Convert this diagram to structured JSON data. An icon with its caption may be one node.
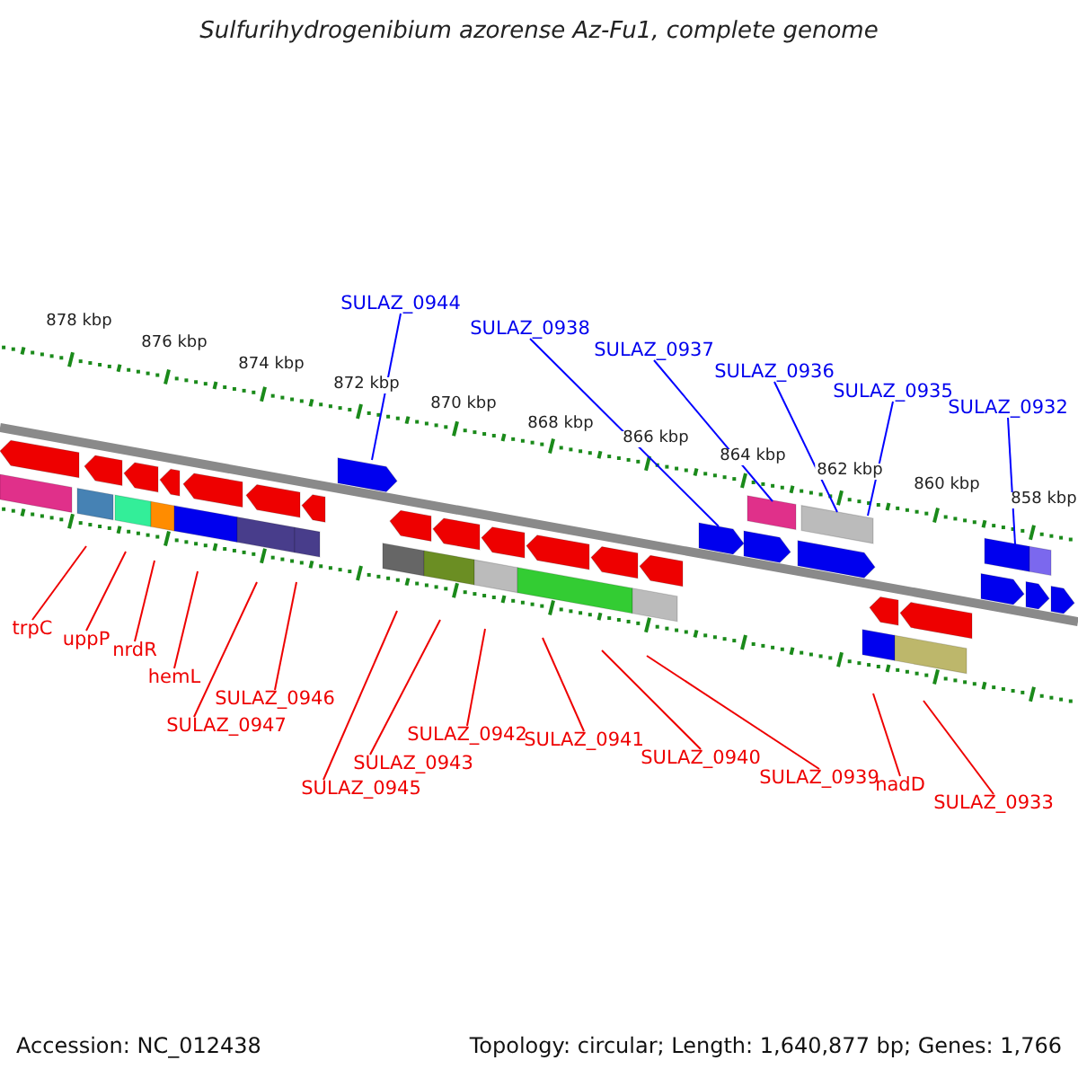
{
  "diagram": {
    "title": "Sulfurihydrogenibium azorense Az-Fu1, complete genome",
    "nodes": [
      {
        "text": [
          "SULAZ_0944"
        ]
      },
      {
        "text": [
          "SULAZ_0938"
        ]
      },
      {
        "text": [
          "SULAZ_0937"
        ]
      },
      {
        "text": [
          "SULAZ_0936"
        ]
      },
      {
        "text": [
          "SULAZ_0935"
        ]
      },
      {
        "text": [
          "SULAZ_0932"
        ]
      },
      {
        "text": [
          "trpC"
        ]
      },
      {
        "text": [
          "uppP"
        ]
      },
      {
        "text": [
          "nrdR"
        ]
      },
      {
        "text": [
          "hemL"
        ]
      },
      {
        "text": [
          "SULAZ_0946"
        ]
      },
      {
        "text": [
          "SULAZ_0947"
        ]
      },
      {
        "text": [
          "SULAZ_0945"
        ]
      },
      {
        "text": [
          "SULAZ_0943"
        ]
      },
      {
        "text": [
          "SULAZ_0942"
        ]
      },
      {
        "text": [
          "SULAZ_0941"
        ]
      },
      {
        "text": [
          "SULAZ_0940"
        ]
      },
      {
        "text": [
          "SULAZ_0939"
        ]
      },
      {
        "text": [
          "nadD"
        ]
      },
      {
        "text": [
          "SULAZ_0933"
        ]
      }
    ],
    "edges": [
      {
        "from": 0,
        "to": null,
        "arrow": "none",
        "color": "#0000ff"
      },
      {
        "from": 1,
        "to": null,
        "arrow": "none",
        "color": "#0000ff"
      },
      {
        "from": 2,
        "to": null,
        "arrow": "none",
        "color": "#0000ff"
      },
      {
        "from": 3,
        "to": null,
        "arrow": "none",
        "color": "#0000ff"
      },
      {
        "from": 4,
        "to": null,
        "arrow": "none",
        "color": "#0000ff"
      },
      {
        "from": 5,
        "to": null,
        "arrow": "none",
        "color": "#0000ff"
      },
      {
        "from": 6,
        "to": null,
        "arrow": "none"
      },
      {
        "from": 7,
        "to": null,
        "arrow": "none"
      },
      {
        "from": 8,
        "to": null,
        "arrow": "none"
      },
      {
        "from": 9,
        "to": null,
        "arrow": "none"
      },
      {
        "from": 10,
        "to": null,
        "arrow": "none"
      },
      {
        "from": 11,
        "to": null,
        "arrow": "none"
      },
      {
        "from": 12,
        "to": null,
        "arrow": "none"
      },
      {
        "from": 13,
        "to": null,
        "arrow": "none"
      },
      {
        "from": 14,
        "to": null,
        "arrow": "none"
      },
      {
        "from": 15,
        "to": null,
        "arrow": "none"
      },
      {
        "from": 16,
        "to": null,
        "arrow": "none"
      },
      {
        "from": 17,
        "to": null,
        "arrow": "none"
      },
      {
        "from": 18,
        "to": null,
        "arrow": "none"
      },
      {
        "from": 19,
        "to": null,
        "arrow": "none"
      }
    ],
    "labels": [
      "878 kbp",
      "876 kbp",
      "874 kbp",
      "872 kbp",
      "870 kbp",
      "868 kbp",
      "866 kbp",
      "864 kbp",
      "862 kbp",
      "860 kbp",
      "858 kbp",
      "Accession: NC_012438",
      "Topology: circular; Length: 1,640,877 bp; Genes: 1,766"
    ]
  }
}
